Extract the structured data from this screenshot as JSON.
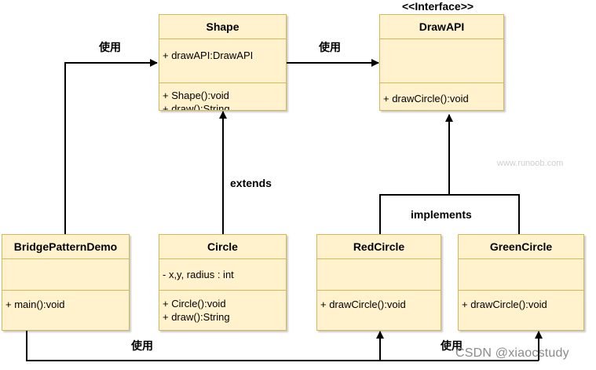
{
  "diagram": {
    "classes": {
      "shape": {
        "name": "Shape",
        "attributes": [
          "+ drawAPI:DrawAPI"
        ],
        "methods": [
          "+ Shape():void",
          "+ draw():String"
        ]
      },
      "drawapi": {
        "stereotype": "<<Interface>>",
        "name": "DrawAPI",
        "attributes": [],
        "methods": [
          "+ drawCircle():void"
        ]
      },
      "bridge_demo": {
        "name": "BridgePatternDemo",
        "attributes": [],
        "methods": [
          "+ main():void"
        ]
      },
      "circle": {
        "name": "Circle",
        "attributes": [
          "- x,y, radius : int"
        ],
        "methods": [
          "+ Circle():void",
          "+ draw():String"
        ]
      },
      "red_circle": {
        "name": "RedCircle",
        "attributes": [],
        "methods": [
          "+ drawCircle():void"
        ]
      },
      "green_circle": {
        "name": "GreenCircle",
        "attributes": [],
        "methods": [
          "+ drawCircle():void"
        ]
      }
    },
    "edge_labels": {
      "use_left_top": "使用",
      "use_shape_to_drawapi": "使用",
      "extends": "extends",
      "implements": "implements",
      "use_bottom_left": "使用",
      "use_bottom_right": "使用"
    },
    "watermarks": {
      "runoob": "www.runoob.com",
      "csdn": "CSDN @xiaocstudy"
    },
    "colors": {
      "box_fill": "#fff2cc",
      "box_border": "#d6b656",
      "line": "#000000",
      "watermark": "#cfcfcf",
      "csdn": "#8a8a8a"
    }
  }
}
